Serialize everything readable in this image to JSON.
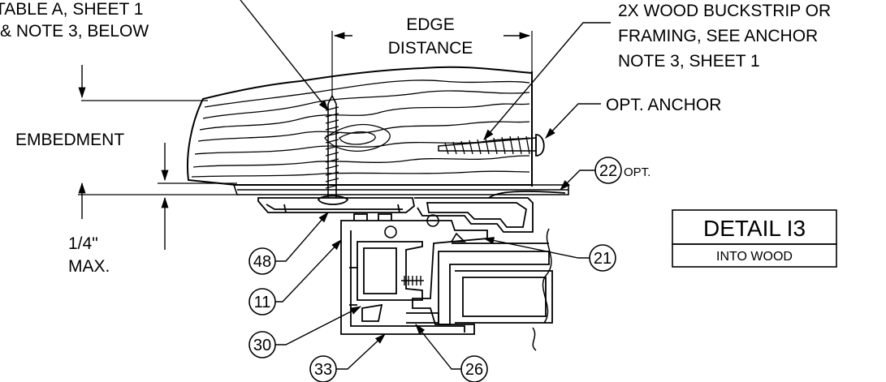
{
  "callouts": {
    "anchor_note_line1": "TABLE A, SHEET 1",
    "anchor_note_line2": "& NOTE 3, BELOW",
    "edge_distance_line1": "EDGE",
    "edge_distance_line2": "DISTANCE",
    "buckstrip_line1": "2X WOOD BUCKSTRIP OR",
    "buckstrip_line2": "FRAMING, SEE ANCHOR",
    "buckstrip_line3": "NOTE 3, SHEET 1",
    "opt_anchor": "OPT. ANCHOR",
    "embedment": "EMBEDMENT",
    "quarter_inch_line1": "1/4\"",
    "quarter_inch_line2": "MAX.",
    "opt_small": "OPT."
  },
  "part_tags": [
    "22",
    "48",
    "11",
    "30",
    "33",
    "26",
    "21"
  ],
  "title_block": {
    "title": "DETAIL I3",
    "subtitle": "INTO WOOD"
  }
}
